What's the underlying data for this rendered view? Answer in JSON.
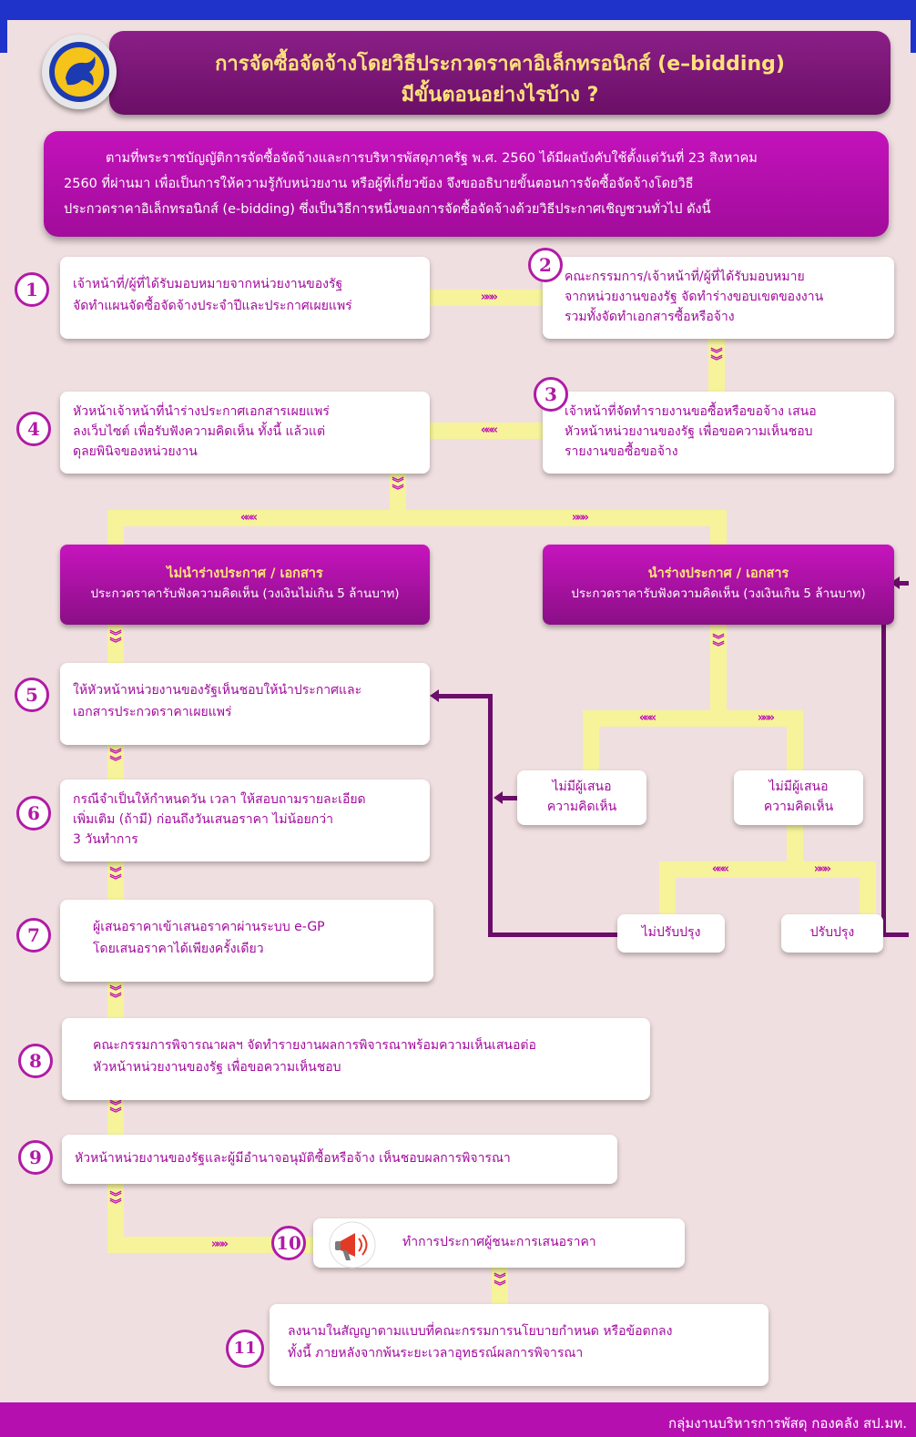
{
  "title": {
    "line1": "การจัดซื้อจัดจ้างโดยวิธีประกวดราคาอิเล็กทรอนิกส์ (e–bidding)",
    "line2": "มีขั้นตอนอย่างไรบ้าง ?"
  },
  "intro": {
    "line1": "ตามที่พระราชบัญญัติการจัดซื้อจัดจ้างและการบริหารพัสดุภาครัฐ พ.ศ. 2560 ได้มีผลบังคับใช้ตั้งแต่วันที่ 23 สิงหาคม",
    "line2": "2560 ที่ผ่านมา เพื่อเป็นการให้ความรู้กับหน่วยงาน หรือผู้ที่เกี่ยวข้อง จึงขออธิบายขั้นตอนการจัดซื้อจัดจ้างโดยวิธี",
    "line3": "ประกวดราคาอิเล็กทรอนิกส์ (e-bidding) ซึ่งเป็นวิธีการหนึ่งของการจัดซื้อจัดจ้างด้วยวิธีประกาศเชิญชวนทั่วไป ดังนี้"
  },
  "steps": {
    "s1": {
      "num": "1",
      "l1": "เจ้าหน้าที่/ผู้ที่ได้รับมอบหมายจากหน่วยงานของรัฐ",
      "l2": "จัดทำแผนจัดซื้อจัดจ้างประจำปีและประกาศเผยแพร่"
    },
    "s2": {
      "num": "2",
      "l1": "คณะกรรมการ/เจ้าหน้าที่/ผู้ที่ได้รับมอบหมาย",
      "l2": "จากหน่วยงานของรัฐ จัดทำร่างขอบเขตของงาน",
      "l3": "รวมทั้งจัดทำเอกสารซื้อหรือจ้าง"
    },
    "s3": {
      "num": "3",
      "l1": "เจ้าหน้าที่จัดทำรายงานขอซื้อหรือขอจ้าง เสนอ",
      "l2": "หัวหน้าหน่วยงานของรัฐ เพื่อขอความเห็นชอบ",
      "l3": "รายงานขอซื้อขอจ้าง"
    },
    "s4": {
      "num": "4",
      "l1": "หัวหน้าเจ้าหน้าที่นำร่างประกาศเอกสารเผยแพร่",
      "l2": "ลงเว็บไซต์ เพื่อรับฟังความคิดเห็น ทั้งนี้ แล้วแต่",
      "l3": "ดุลยพินิจของหน่วยงาน"
    },
    "s5": {
      "num": "5",
      "l1": "ให้หัวหน้าหน่วยงานของรัฐเห็นชอบให้นำประกาศและ",
      "l2": "เอกสารประกวดราคาเผยแพร่"
    },
    "s6": {
      "num": "6",
      "l1": "กรณีจำเป็นให้กำหนดวัน เวลา ให้สอบถามรายละเอียด",
      "l2": "เพิ่มเติม (ถ้ามี) ก่อนถึงวันเสนอราคา ไม่น้อยกว่า",
      "l3": "3 วันทำการ"
    },
    "s7": {
      "num": "7",
      "l1": "ผู้เสนอราคาเข้าเสนอราคาผ่านระบบ e-GP",
      "l2": "โดยเสนอราคาได้เพียงครั้งเดียว"
    },
    "s8": {
      "num": "8",
      "l1": "คณะกรรมการพิจารณาผลฯ จัดทำรายงานผลการพิจารณาพร้อมความเห็นเสนอต่อ",
      "l2": "หัวหน้าหน่วยงานของรัฐ เพื่อขอความเห็นชอบ"
    },
    "s9": {
      "num": "9",
      "l1": "หัวหน้าหน่วยงานของรัฐและผู้มีอำนาจอนุมัติซื้อหรือจ้าง เห็นชอบผลการพิจารณา"
    },
    "s10": {
      "num": "10",
      "l1": "ทำการประกาศผู้ชนะการเสนอราคา"
    },
    "s11": {
      "num": "11",
      "l1": "ลงนามในสัญญาตามแบบที่คณะกรรมการนโยบายกำหนด หรือข้อตกลง",
      "l2": "ทั้งนี้ ภายหลังจากพ้นระยะเวลาอุทธรณ์ผลการพิจารณา"
    }
  },
  "branch_left": {
    "head": "ไม่นำร่างประกาศ / เอกสาร",
    "sub": "ประกวดราคารับฟังความคิดเห็น (วงเงินไม่เกิน 5 ล้านบาท)"
  },
  "branch_right": {
    "head": "นำร่างประกาศ / เอกสาร",
    "sub": "ประกวดราคารับฟังความคิดเห็น (วงเงินเกิน 5 ล้านบาท)"
  },
  "opinion_none": {
    "l1": "ไม่มีผู้เสนอ",
    "l2": "ความคิดเห็น"
  },
  "opinion_has": {
    "l1": "ไม่มีผู้เสนอ",
    "l2": "ความคิดเห็น"
  },
  "no_improve": "ไม่ปรับปรุง",
  "improve": "ปรับปรุง",
  "arrows": {
    "right": "»»»",
    "left": "«««"
  },
  "footer": "กลุ่มงานบริหารการพัสดุ กองคลัง สป.มท.",
  "colors": {
    "accent": "#b60fb0",
    "title_bg": "#7a1877",
    "title_text": "#ffe27a",
    "connector": "#f6f39b",
    "return_line": "#6b0d6a",
    "topbar": "#1f32c9"
  }
}
